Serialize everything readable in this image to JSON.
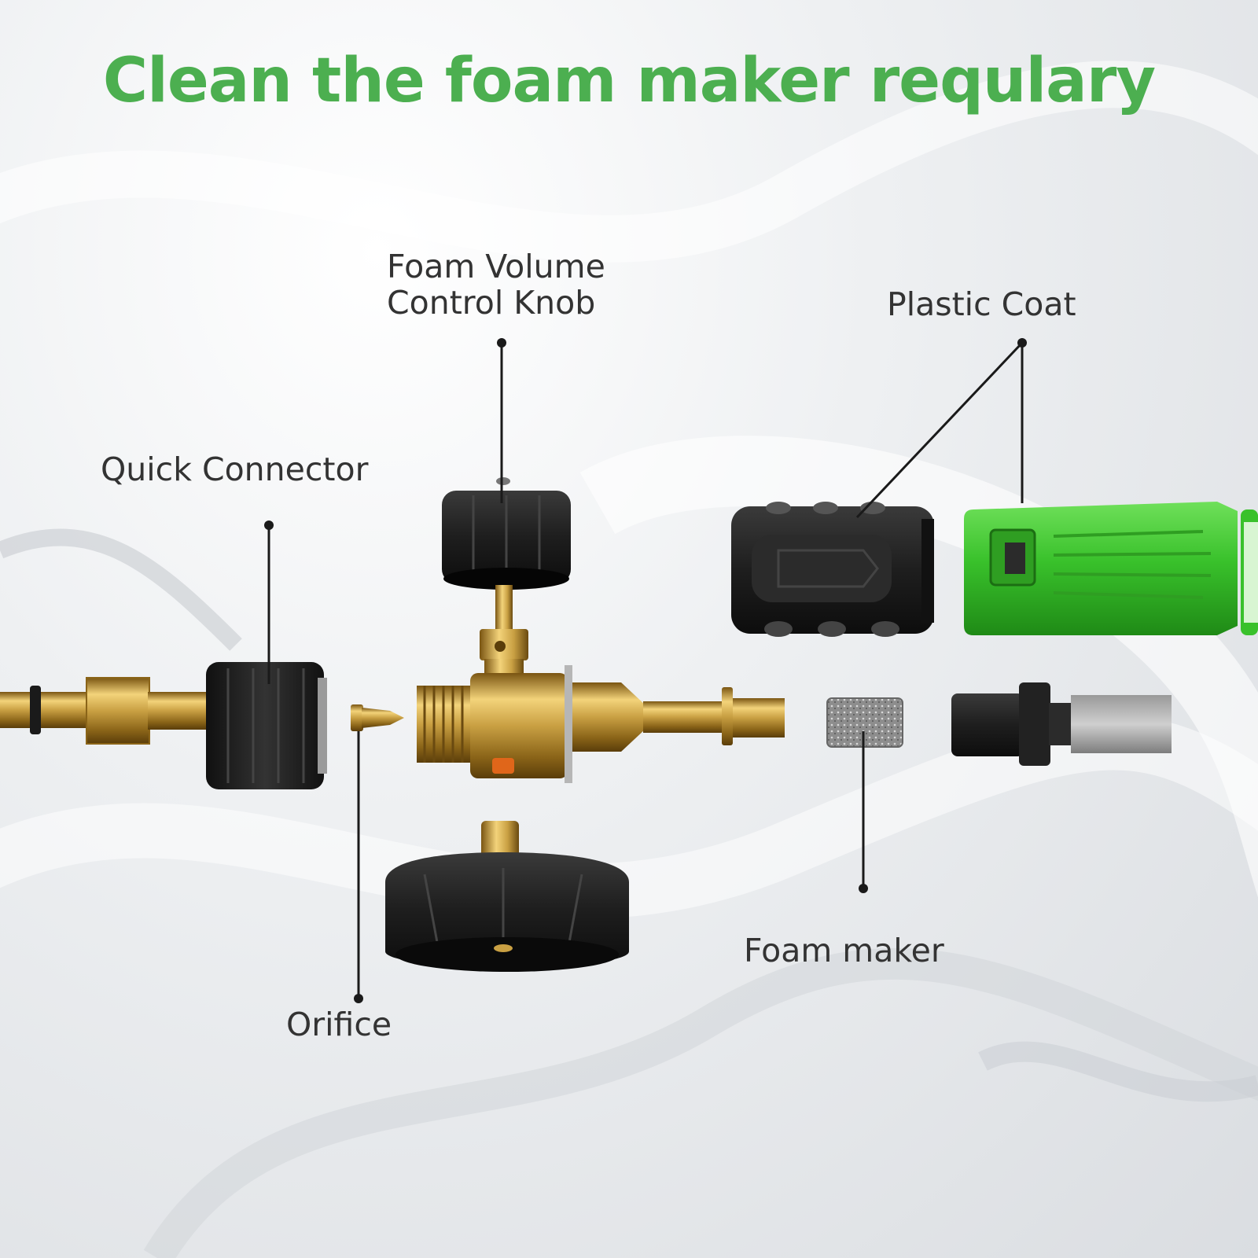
{
  "title": "Clean the foam maker requlary",
  "labels": {
    "knob_line1": "Foam Volume",
    "knob_line2": "Control Knob",
    "quick_connector": "Quick Connector",
    "plastic_coat": "Plastic Coat",
    "foam_maker": "Foam maker",
    "orifice": "Orifice"
  },
  "colors": {
    "title_green": "#4caf50",
    "brass": "#c9a043",
    "black_part": "#1e1e1e",
    "green_part": "#39c12b",
    "label_text": "#333333"
  }
}
